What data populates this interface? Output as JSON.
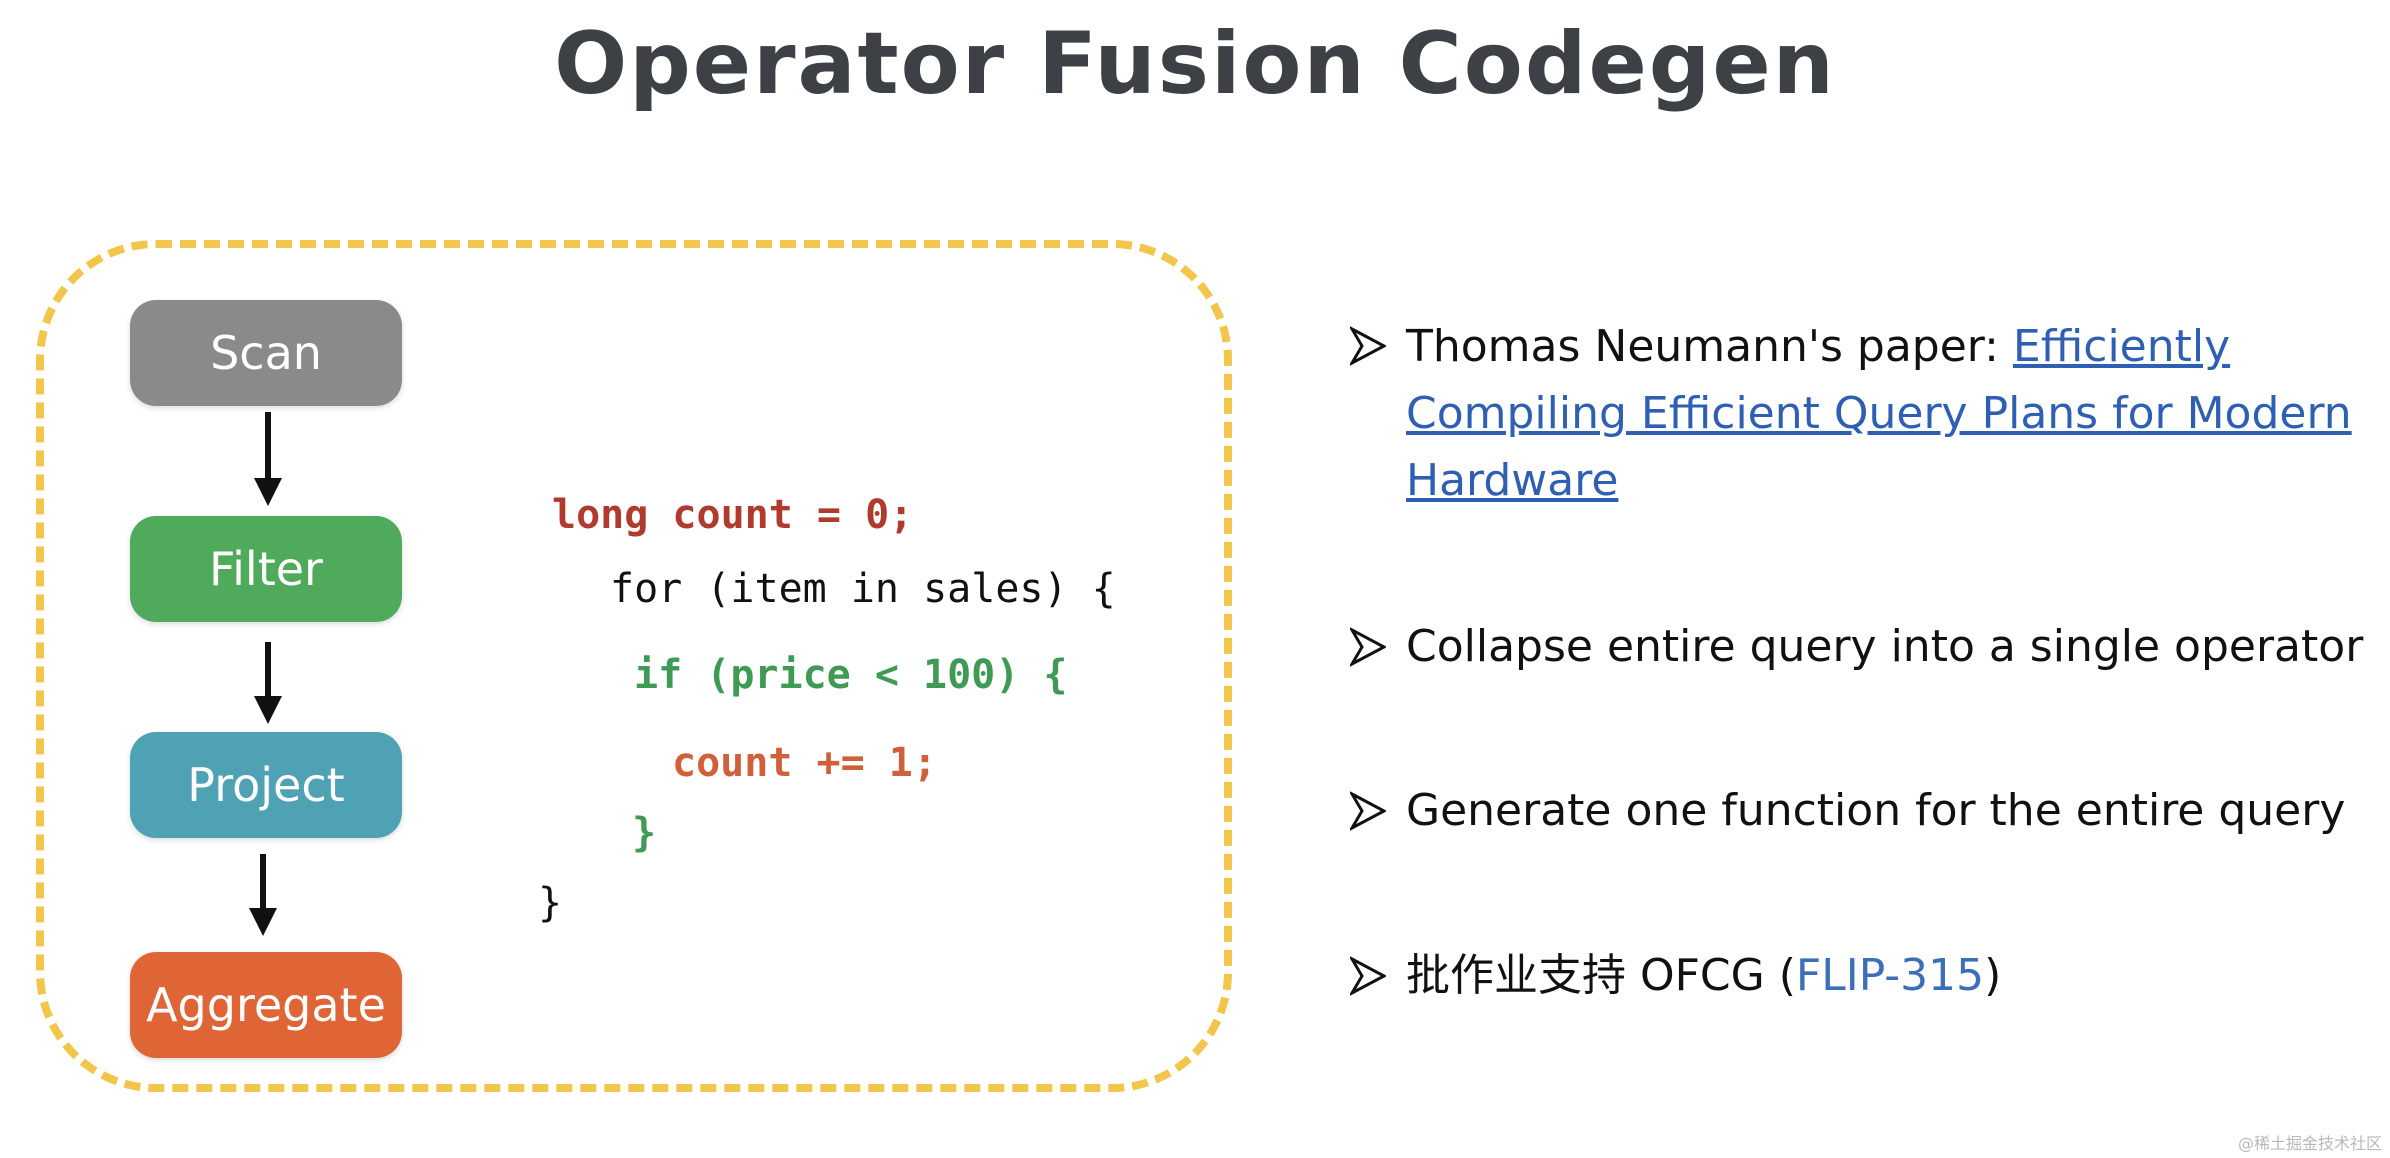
{
  "title": "Operator Fusion Codegen",
  "pipeline": {
    "operators": [
      "Scan",
      "Filter",
      "Project",
      "Aggregate"
    ],
    "colors": [
      "#8a8a8a",
      "#4fab5b",
      "#4fa2b4",
      "#e06536"
    ]
  },
  "code": {
    "lines": [
      "long count = 0;",
      "for (item in sales) {",
      "if (price < 100) {",
      "count += 1;",
      "}",
      "}"
    ],
    "colors": [
      "#b03a2e",
      "#111111",
      "#3f9a56",
      "#d0603a",
      "#3f9a56",
      "#111111"
    ]
  },
  "bullets": {
    "b1_prefix": "Thomas Neumann's paper: ",
    "b1_link_line1": "Efficiently",
    "b1_link_line2": "Compiling Efficient Query Plans for Modern",
    "b1_link_line3": "Hardware",
    "b2": "Collapse entire query into a single operator",
    "b3": "Generate one function for the entire query",
    "b4_prefix": "批作业支持 OFCG (",
    "b4_link": "FLIP-315",
    "b4_suffix": ")"
  },
  "watermark": "@稀土掘金技术社区"
}
